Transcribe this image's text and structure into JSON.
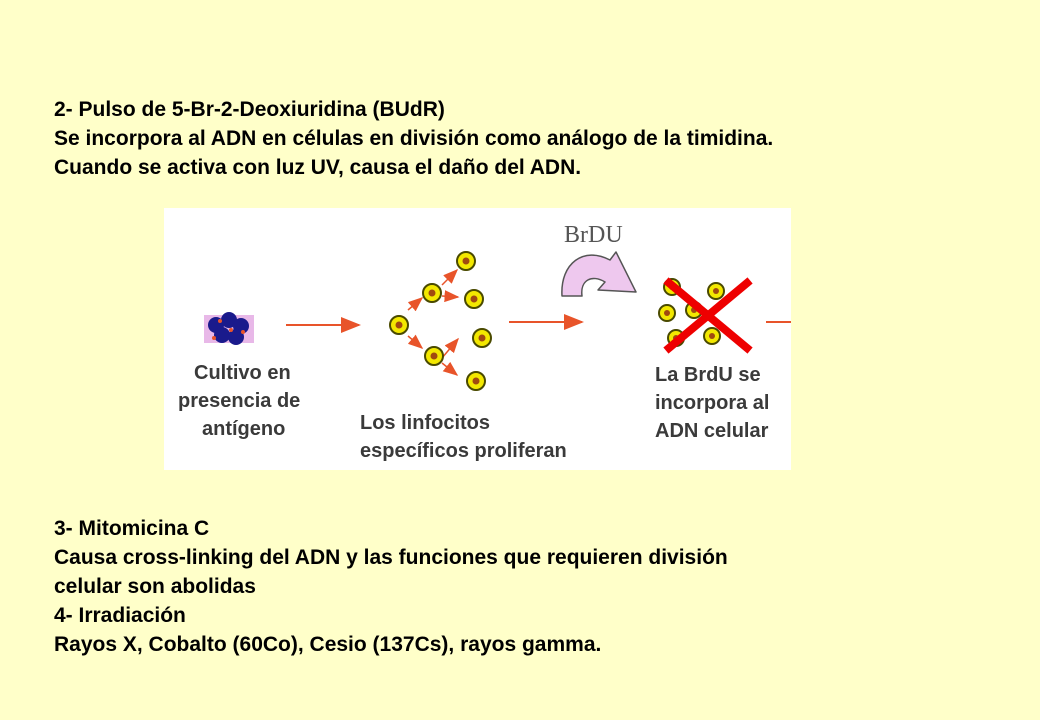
{
  "section2": {
    "heading": "2- Pulso de 5-Br-2-Deoxiuridina (BUdR)",
    "line1": "Se incorpora al ADN en células en división como análogo de la timidina.",
    "line2": "Cuando se activa con luz UV, causa el daño del ADN."
  },
  "figure": {
    "brdu_label": "BrDU",
    "step1": [
      "Cultivo en",
      "presencia de",
      "antígeno"
    ],
    "step2": [
      "Los linfocitos",
      "específicos proliferan"
    ],
    "step3": [
      "La BrdU se",
      "incorpora al",
      "ADN celular"
    ],
    "colors": {
      "arrow": "#E8542A",
      "cell_fill": "#F3E800",
      "cell_border": "#4A4A00",
      "cell_nucleus": "#A04A10",
      "cross": "#EE0000",
      "curved_arrow": "#EEC8EE",
      "cluster_bg": "#E8B8E8",
      "cluster_cells": "#1A1A8C"
    }
  },
  "section3": {
    "heading": "3- Mitomicina C",
    "line1": "Causa cross-linking del ADN y las funciones que requieren división",
    "line2": "celular son abolidas"
  },
  "section4": {
    "heading": "4- Irradiación",
    "line1": "Rayos X, Cobalto (60Co), Cesio (137Cs), rayos gamma."
  }
}
